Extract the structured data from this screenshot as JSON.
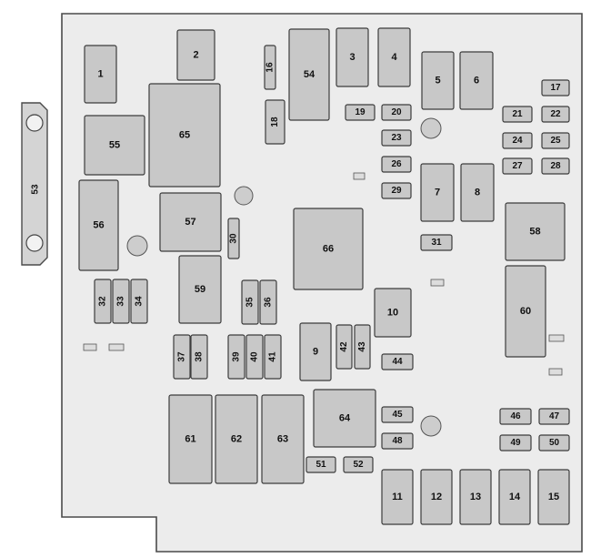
{
  "diagram": {
    "fuses": [
      {
        "id": "f1",
        "label": "1"
      },
      {
        "id": "f2",
        "label": "2"
      },
      {
        "id": "f3",
        "label": "3"
      },
      {
        "id": "f4",
        "label": "4"
      },
      {
        "id": "f5",
        "label": "5"
      },
      {
        "id": "f6",
        "label": "6"
      },
      {
        "id": "f7",
        "label": "7"
      },
      {
        "id": "f8",
        "label": "8"
      },
      {
        "id": "f9",
        "label": "9"
      },
      {
        "id": "f10",
        "label": "10"
      },
      {
        "id": "f11",
        "label": "11"
      },
      {
        "id": "f12",
        "label": "12"
      },
      {
        "id": "f13",
        "label": "13"
      },
      {
        "id": "f14",
        "label": "14"
      },
      {
        "id": "f15",
        "label": "15"
      },
      {
        "id": "f16",
        "label": "16"
      },
      {
        "id": "f17",
        "label": "17"
      },
      {
        "id": "f18",
        "label": "18"
      },
      {
        "id": "f19",
        "label": "19"
      },
      {
        "id": "f20",
        "label": "20"
      },
      {
        "id": "f21",
        "label": "21"
      },
      {
        "id": "f22",
        "label": "22"
      },
      {
        "id": "f23",
        "label": "23"
      },
      {
        "id": "f24",
        "label": "24"
      },
      {
        "id": "f25",
        "label": "25"
      },
      {
        "id": "f26",
        "label": "26"
      },
      {
        "id": "f27",
        "label": "27"
      },
      {
        "id": "f28",
        "label": "28"
      },
      {
        "id": "f29",
        "label": "29"
      },
      {
        "id": "f30",
        "label": "30"
      },
      {
        "id": "f31",
        "label": "31"
      },
      {
        "id": "f32",
        "label": "32"
      },
      {
        "id": "f33",
        "label": "33"
      },
      {
        "id": "f34",
        "label": "34"
      },
      {
        "id": "f35",
        "label": "35"
      },
      {
        "id": "f36",
        "label": "36"
      },
      {
        "id": "f37",
        "label": "37"
      },
      {
        "id": "f38",
        "label": "38"
      },
      {
        "id": "f39",
        "label": "39"
      },
      {
        "id": "f40",
        "label": "40"
      },
      {
        "id": "f41",
        "label": "41"
      },
      {
        "id": "f42",
        "label": "42"
      },
      {
        "id": "f43",
        "label": "43"
      },
      {
        "id": "f44",
        "label": "44"
      },
      {
        "id": "f45",
        "label": "45"
      },
      {
        "id": "f46",
        "label": "46"
      },
      {
        "id": "f47",
        "label": "47"
      },
      {
        "id": "f48",
        "label": "48"
      },
      {
        "id": "f49",
        "label": "49"
      },
      {
        "id": "f50",
        "label": "50"
      },
      {
        "id": "f51",
        "label": "51"
      },
      {
        "id": "f52",
        "label": "52"
      },
      {
        "id": "f53",
        "label": "53"
      },
      {
        "id": "f54",
        "label": "54"
      },
      {
        "id": "f55",
        "label": "55"
      },
      {
        "id": "f56",
        "label": "56"
      },
      {
        "id": "f57",
        "label": "57"
      },
      {
        "id": "f58",
        "label": "58"
      },
      {
        "id": "f59",
        "label": "59"
      },
      {
        "id": "f60",
        "label": "60"
      },
      {
        "id": "f61",
        "label": "61"
      },
      {
        "id": "f62",
        "label": "62"
      },
      {
        "id": "f63",
        "label": "63"
      },
      {
        "id": "f64",
        "label": "64"
      },
      {
        "id": "f65",
        "label": "65"
      },
      {
        "id": "f66",
        "label": "66"
      }
    ]
  }
}
